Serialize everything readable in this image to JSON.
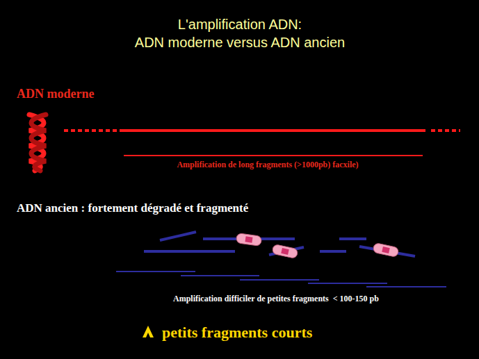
{
  "diagram": {
    "title": "L'amplification ADN:",
    "labels": [
      "ADN moderne versus ADN ancien",
      "ADN moderne",
      "Amplification de long fragments (>1000pb) facxile)",
      "ADN ancien : fortement dégradé et fragmenté",
      "Amplification difficiler de petites fragments  < 100-150 pb",
      "petits fragments courts"
    ]
  }
}
